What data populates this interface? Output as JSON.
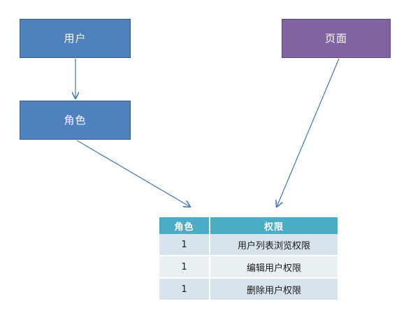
{
  "diagram": {
    "nodes": [
      {
        "id": "user",
        "label": "用户",
        "fill": "#4F81BD",
        "border": "#385D8A"
      },
      {
        "id": "role",
        "label": "角色",
        "fill": "#4F81BD",
        "border": "#385D8A"
      },
      {
        "id": "page",
        "label": "页面",
        "fill": "#8064A2",
        "border": "#5F497A"
      }
    ],
    "connectors": [
      {
        "id": "user-to-role",
        "from": "user",
        "to": "role",
        "color": "#4A7EBB"
      },
      {
        "id": "role-to-table",
        "from": "role",
        "to": "permission-table",
        "color": "#4A7EBB"
      },
      {
        "id": "page-to-table",
        "from": "page",
        "to": "permission-table",
        "color": "#4A7EBB"
      }
    ]
  },
  "table": {
    "header_color": "#4BACC6",
    "row_color_odd": "#D6E3EA",
    "row_color_even": "#E9F0F4",
    "columns": [
      "角色",
      "权限"
    ],
    "rows": [
      [
        "1",
        "用户列表浏览权限"
      ],
      [
        "1",
        "编辑用户权限"
      ],
      [
        "1",
        "删除用户权限"
      ]
    ]
  }
}
